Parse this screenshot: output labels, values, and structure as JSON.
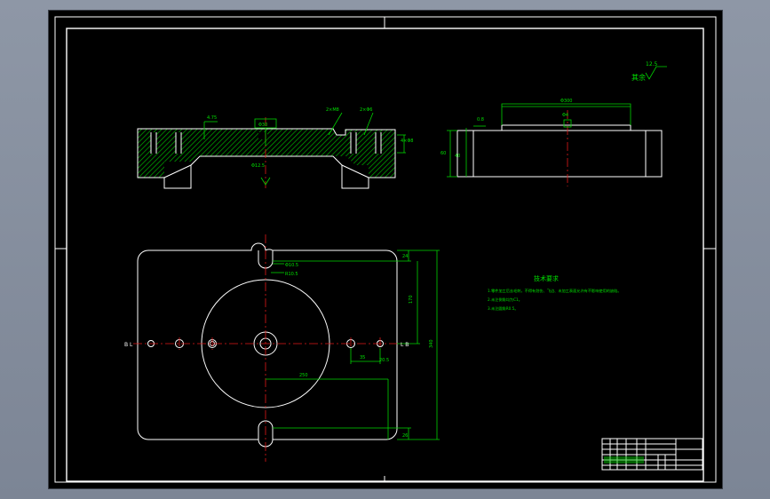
{
  "drawing": {
    "roughness_note": "其余",
    "roughness_value": "12.5",
    "tech_title": "技术要求",
    "tech_items": [
      "1.零件加工后去毛刺，不得有划伤、飞边、未加工表面允许有不影响使用的缺陷。",
      "2.未注倒角均为C1。",
      "3.未注圆角R0.5。"
    ],
    "section_labels": {
      "callout_a": "4.75",
      "callout_b": "2×M8",
      "callout_c": "Φ30",
      "callout_d": "2×Φ6",
      "callout_e": "Φ12.5",
      "callout_f": "4×Φ8"
    },
    "plan_labels": {
      "r1": "Φ10.5",
      "r2": "R10.5",
      "dim_top": "24",
      "dim_right_mid": "170",
      "dim_right_total": "340",
      "dim_bottom": "26",
      "dim_h": "250",
      "dim_small": "20.5",
      "dim_x": "35",
      "axis_left": "B L",
      "axis_right": "L B"
    },
    "side_labels": {
      "top_dim": "Φ300",
      "hole_dim": "Φ4",
      "left_dim": "0.8",
      "h_dim": "40",
      "h_dim2": "60"
    },
    "colors": {
      "outline": "#ffffff",
      "dimension": "#00d400",
      "centerline": "#e01818",
      "background": "#000000"
    }
  }
}
